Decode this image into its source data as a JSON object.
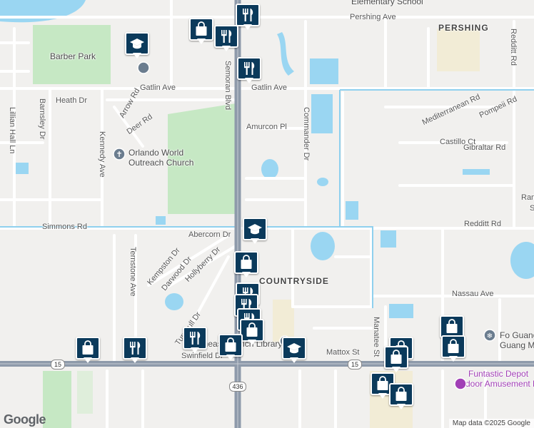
{
  "map": {
    "areas": {
      "pershing": "PERSHING",
      "countryside": "COUNTRYSIDE"
    },
    "roads": {
      "pershing_ave": "Pershing Ave",
      "gatlin_ave_w": "Gatlin Ave",
      "gatlin_ave_e": "Gatlin Ave",
      "heath_dr": "Heath Dr",
      "arrow_rd": "Arrow Rd",
      "deer_rd": "Deer Rd",
      "barnsley_dr": "Barnsley Dr",
      "kennedy_ave": "Kennedy Ave",
      "lillian_hall_ln": "Lillian Hall Ln",
      "amurcon_pl": "Amurcon Pl",
      "commander_dr": "Commander Dr",
      "semoran_blvd": "Semoran Blvd",
      "mediterranean_rd": "Mediterranean Rd",
      "pompeii_rd": "Pompeii Rd",
      "castillo_ct": "Castillo Ct",
      "gibraltar_rd": "Gibraltar Rd",
      "redditt_rd_n": "Redditt Rd",
      "redditt_rd_e": "Redditt Rd",
      "simmons_rd": "Simmons Rd",
      "abercorn_dr": "Abercorn Dr",
      "kempston_dr": "Kempston Dr",
      "darwood_dr": "Darwood Dr",
      "hollyberry_dr": "Hollyberry Dr",
      "ternstone_ave": "Ternstone Ave",
      "turnbull_dr": "Turnbull Dr",
      "nassau_ave": "Nassau Ave",
      "manatee_st": "Manatee St",
      "mattox_st": "Mattox St",
      "swinfield": "Swinfield Dr",
      "ran": "Ran",
      "s_frag": "S"
    },
    "pois": {
      "barber_park": "Barber Park",
      "church_line1": "Orlando World",
      "church_line2": "Outreach Church",
      "school_top": "Elementary School",
      "library": "Southeast Branch Library",
      "fo_guang_line1": "Fo Guang",
      "fo_guang_line2": "Guang M",
      "funtastic_line1": "Funtastic Depot",
      "funtastic_line2": "Indoor Amusement Pa"
    },
    "highway_shields": {
      "sr15_left": "15",
      "sr15_right": "15",
      "sr436": "436"
    },
    "pins": [
      {
        "type": "restaurant"
      },
      {
        "type": "shopping"
      },
      {
        "type": "restaurant"
      },
      {
        "type": "school"
      },
      {
        "type": "restaurant"
      },
      {
        "type": "school"
      },
      {
        "type": "shopping"
      },
      {
        "type": "restaurant"
      },
      {
        "type": "restaurant"
      },
      {
        "type": "restaurant"
      },
      {
        "type": "shopping"
      },
      {
        "type": "shopping"
      },
      {
        "type": "restaurant"
      },
      {
        "type": "restaurant"
      },
      {
        "type": "shopping"
      },
      {
        "type": "school"
      },
      {
        "type": "shopping"
      },
      {
        "type": "shopping"
      },
      {
        "type": "shopping"
      },
      {
        "type": "shopping"
      },
      {
        "type": "shopping"
      },
      {
        "type": "shopping"
      }
    ],
    "colors": {
      "water": "#9ad6f2",
      "park": "#c6e8c4",
      "arterial": "#8e9aaa",
      "boundary": "#8fd0ee",
      "pin": "#0b3a5b"
    }
  },
  "branding": {
    "logo": "Google",
    "attribution": "Map data ©2025 Google"
  }
}
